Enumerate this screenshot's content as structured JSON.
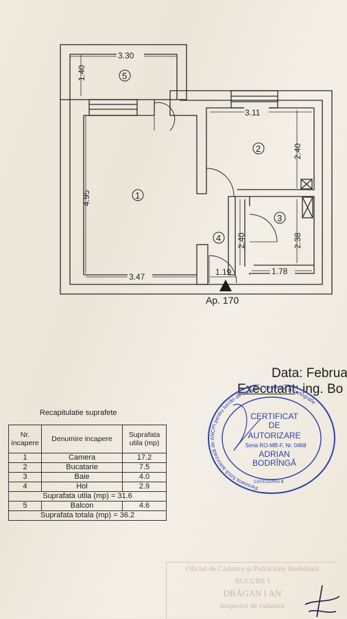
{
  "floorplan": {
    "dims": {
      "balcony_width": "3.30",
      "balcony_depth": "1.40",
      "kitchen_width": "3.11",
      "kitchen_depth": "2.40",
      "room1_height": "4.95",
      "room1_width": "3.47",
      "hall_width": "1.19",
      "bath_width": "1.78",
      "bath_depth": "2.38",
      "hall_depth": "2.40"
    },
    "rooms": [
      "1",
      "2",
      "3",
      "4",
      "5"
    ],
    "entrance_label": "Ap. 170"
  },
  "header": {
    "date_label": "Data: Februa",
    "executant_label": "Executant",
    "executant_value": ": ing. Bo"
  },
  "stamp": {
    "ring_text": "Persoana fizică autorizată de ANCPI pentru lucrări de cadastru, geodezie şi cartografie",
    "line1": "CERTIFICAT",
    "line2": "DE",
    "line3": "AUTORIZARE",
    "serial": "Seria RO-MB-F, Nr. 0468",
    "name1": "ADRIAN",
    "name2": "BODRÎNGĂ",
    "category": "CATEGORIA B"
  },
  "recap": {
    "title": "Recapitulatie suprafete",
    "headers": {
      "nr": "Nr. incapere",
      "name": "Denumire incapere",
      "area": "Suprafata utila (mp)"
    },
    "rows": [
      {
        "nr": "1",
        "name": "Camera",
        "area": "17.2"
      },
      {
        "nr": "2",
        "name": "Bucatarie",
        "area": "7.5"
      },
      {
        "nr": "3",
        "name": "Baie",
        "area": "4.0"
      },
      {
        "nr": "4",
        "name": "Hol",
        "area": "2.9"
      }
    ],
    "useful_total": "Suprafata utila (mp) = 31.6",
    "balcony": {
      "nr": "5",
      "name": "Balcon",
      "area": "4.6"
    },
    "grand_total": "Suprafata totala (mp) = 36.2"
  },
  "official": {
    "line1": "Oficiul de Cadastru şi Publicitate Imobiliară",
    "line2": "BUCURE I",
    "line3": "DRĂGAN I AN",
    "line4": "Inspector de cadastru"
  }
}
